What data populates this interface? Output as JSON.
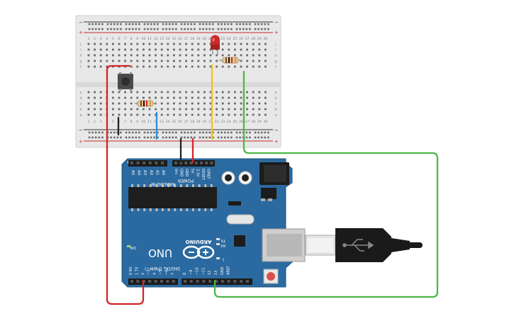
{
  "board": {
    "brand": "ARDUINO",
    "model": "UNO",
    "on_label": "ON",
    "tx_label": "TX",
    "rx_label": "RX",
    "l_label": "L",
    "power_label": "POWER",
    "analog_label": "ANALOG IN",
    "digital_label": "DIGITAL (PWM~)",
    "analog_pins": [
      "A5",
      "A4",
      "A3",
      "A2",
      "A1",
      "A0"
    ],
    "power_pins": [
      "Vin",
      "GND",
      "GND",
      "5V",
      "3.3V",
      "RESET",
      "IOREF"
    ],
    "digital_pins_left": [
      "0 RX",
      "1 TX",
      "2",
      "~3",
      "4",
      "~5",
      "~6",
      "7"
    ],
    "digital_pins_right": [
      "8",
      "~9",
      "~10",
      "~11",
      "12",
      "13",
      "GND",
      "AREF"
    ]
  },
  "breadboard": {
    "row_letters_top": [
      "j",
      "i",
      "h",
      "g",
      "f"
    ],
    "row_letters_bottom": [
      "e",
      "d",
      "c",
      "b",
      "a"
    ],
    "columns": [
      "1",
      "2",
      "3",
      "4",
      "5",
      "6",
      "7",
      "8",
      "9",
      "10",
      "11",
      "12",
      "13",
      "14",
      "15",
      "16",
      "17",
      "18",
      "19",
      "20",
      "21",
      "22",
      "23",
      "24",
      "25",
      "26",
      "27",
      "28",
      "29",
      "30"
    ]
  },
  "colors": {
    "board": "#2b6aa0",
    "wire_red": "#d4252a",
    "wire_green": "#4cb848",
    "wire_yellow": "#f2c315",
    "wire_blue": "#2a8fd4",
    "wire_black": "#222222",
    "led": "#c92a2a"
  },
  "icons": [
    "usb-icon",
    "pushbutton-icon",
    "led-icon",
    "resistor-icon"
  ]
}
